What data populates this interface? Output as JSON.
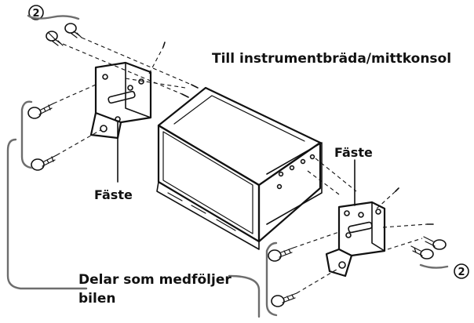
{
  "labels": {
    "top_label": "Till instrumentbräda/mittkonsol",
    "bracket_left": "Fäste",
    "bracket_right": "Fäste",
    "parts_line1": "Delar som medföljer",
    "parts_line2": "bilen",
    "callout_top": "2",
    "callout_bottom": "2"
  }
}
